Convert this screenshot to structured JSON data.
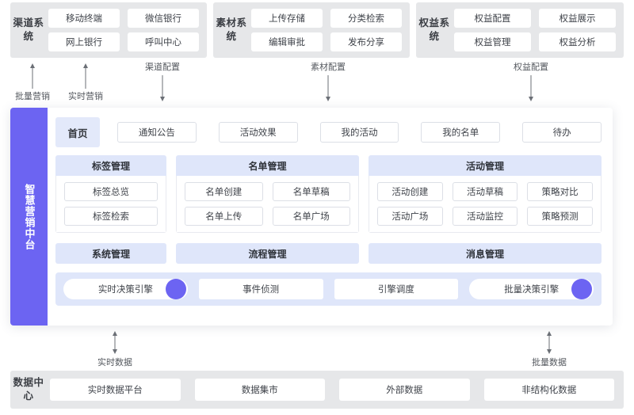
{
  "top_systems": [
    {
      "name": "渠道系统",
      "items": [
        "移动终端",
        "微信银行",
        "网上银行",
        "呼叫中心"
      ]
    },
    {
      "name": "素材系统",
      "items": [
        "上传存储",
        "分类检索",
        "编辑审批",
        "发布分享"
      ]
    },
    {
      "name": "权益系统",
      "items": [
        "权益配置",
        "权益展示",
        "权益管理",
        "权益分析"
      ]
    }
  ],
  "top_arrows": [
    {
      "label": "批量营销",
      "direction": "up"
    },
    {
      "label": "实时营销",
      "direction": "up"
    },
    {
      "label": "渠道配置",
      "direction": "down"
    },
    {
      "label": "素材配置",
      "direction": "down"
    },
    {
      "label": "权益配置",
      "direction": "down"
    }
  ],
  "platform": {
    "spine_title": "智慧营销中台",
    "tabs": {
      "home": "首页",
      "items": [
        "通知公告",
        "活动效果",
        "我的活动",
        "我的名单",
        "待办"
      ]
    },
    "cards": [
      {
        "title": "标签管理",
        "items": [
          "标签总览",
          "标签检索"
        ]
      },
      {
        "title": "名单管理",
        "items": [
          "名单创建",
          "名单草稿",
          "名单上传",
          "名单广场"
        ]
      },
      {
        "title": "活动管理",
        "items": [
          "活动创建",
          "活动草稿",
          "策略对比",
          "活动广场",
          "活动监控",
          "策略预测"
        ]
      }
    ],
    "bars": [
      "系统管理",
      "流程管理",
      "消息管理"
    ],
    "engines": [
      {
        "label": "实时决策引擎",
        "dot": true,
        "shape": "pill"
      },
      {
        "label": "事件侦测",
        "dot": false,
        "shape": "square"
      },
      {
        "label": "引擎调度",
        "dot": false,
        "shape": "square"
      },
      {
        "label": "批量决策引擎",
        "dot": true,
        "shape": "pill"
      }
    ]
  },
  "bottom_arrows": [
    {
      "label": "实时数据",
      "direction": "both"
    },
    {
      "label": "批量数据",
      "direction": "both"
    }
  ],
  "data_center": {
    "name": "数据中心",
    "items": [
      "实时数据平台",
      "数据集市",
      "外部数据",
      "非结构化数据"
    ]
  },
  "colors": {
    "accent_purple": "#6c64f2",
    "card_header_blue": "#dfe6fa",
    "system_grey": "#e6e7e9"
  }
}
